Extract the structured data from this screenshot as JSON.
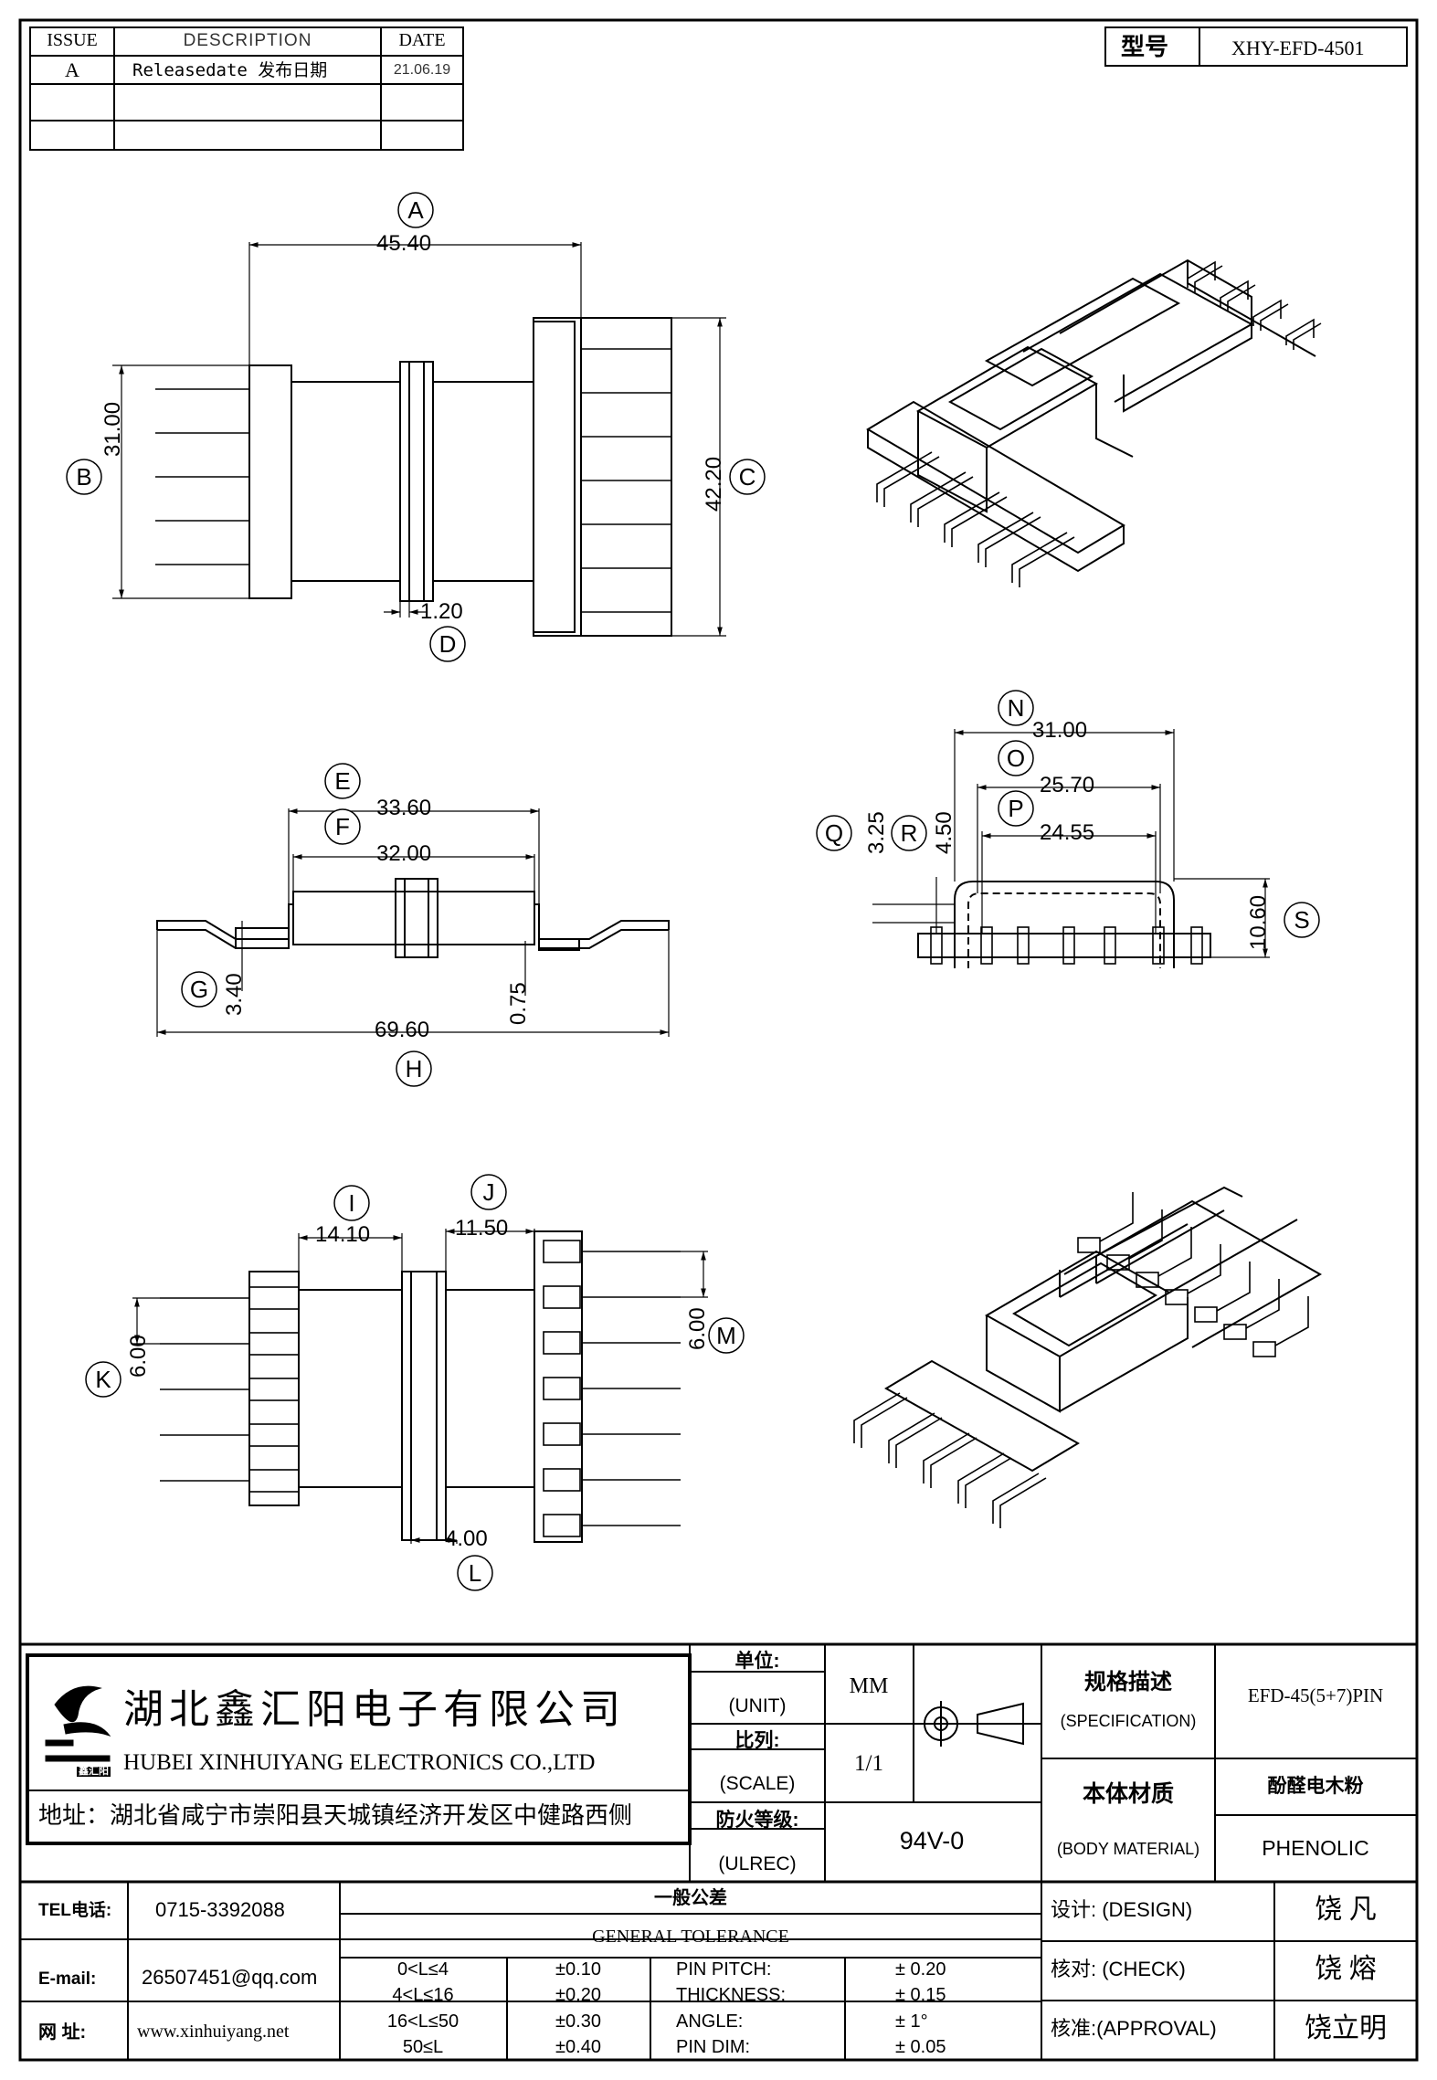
{
  "revision_table": {
    "headers": {
      "issue": "ISSUE",
      "description": "DESCRIPTION",
      "date": "DATE"
    },
    "rows": [
      {
        "issue": "A",
        "description": "Releasedate 发布日期",
        "date": "21.06.19"
      }
    ]
  },
  "model": {
    "label": "型号",
    "value": "XHY-EFD-4501"
  },
  "dimensions": {
    "A": "45.40",
    "B": "31.00",
    "C": "42.20",
    "D": "1.20",
    "E": "33.60",
    "F": "32.00",
    "G": "3.40",
    "H": "69.60",
    "H2": "0.75",
    "N": "31.00",
    "O": "25.70",
    "P": "24.55",
    "Q": "3.25",
    "R": "4.50",
    "S": "10.60",
    "I": "14.10",
    "J": "11.50",
    "K": "6.00",
    "M": "6.00",
    "L": "4.00"
  },
  "letters": [
    "A",
    "B",
    "C",
    "D",
    "E",
    "F",
    "G",
    "H",
    "I",
    "J",
    "K",
    "L",
    "M",
    "N",
    "O",
    "P",
    "Q",
    "R",
    "S"
  ],
  "company": {
    "name_cn": "湖北鑫汇阳电子有限公司",
    "name_en": "HUBEI XINHUIYANG ELECTRONICS CO.,LTD",
    "address": "地址：湖北省咸宁市崇阳县天城镇经济开发区中健路西侧",
    "logo_text": "鑫汇阳"
  },
  "title_block": {
    "unit_label": "单位:",
    "unit_label_en": "(UNIT)",
    "unit_value": "MM",
    "scale_label": "比列:",
    "scale_label_en": "(SCALE)",
    "scale_value": "1/1",
    "fire_label": "防火等级:",
    "fire_label_en": "(ULREC)",
    "fire_value": "94V-0",
    "spec_label": "规格描述",
    "spec_label_en": "(SPECIFICATION)",
    "spec_value": "EFD-45(5+7)PIN",
    "material_label": "本体材质",
    "material_label_en": "(BODY MATERIAL)",
    "material_value_cn": "酚醛电木粉",
    "material_value_en": "PHENOLIC"
  },
  "contact": {
    "tel_label": "TEL电话:",
    "tel": "0715-3392088",
    "email_label": "E-mail:",
    "email": "26507451@qq.com",
    "web_label": "网  址:",
    "web": "www.xinhuiyang.net"
  },
  "tolerance": {
    "title_cn": "一般公差",
    "title_en": "GENERAL TOLERANCE",
    "ranges": [
      {
        "range": "0<L≤4",
        "tol": "±0.10"
      },
      {
        "range": "4<L≤16",
        "tol": "±0.20"
      },
      {
        "range": "16<L≤50",
        "tol": "±0.30"
      },
      {
        "range": "50≤L",
        "tol": "±0.40"
      }
    ],
    "items": [
      {
        "name": "PIN PITCH:",
        "value": "±  0.20"
      },
      {
        "name": "THICKNESS:",
        "value": "±  0.15"
      },
      {
        "name": "ANGLE:",
        "value": "±  1°"
      },
      {
        "name": "PIN DIM:",
        "value": "±  0.05"
      }
    ]
  },
  "approvals": [
    {
      "label": "设计: (DESIGN)",
      "name": "饶  凡"
    },
    {
      "label": "核对: (CHECK)",
      "name": "饶  熔"
    },
    {
      "label": "核准:(APPROVAL)",
      "name": "饶立明"
    }
  ]
}
